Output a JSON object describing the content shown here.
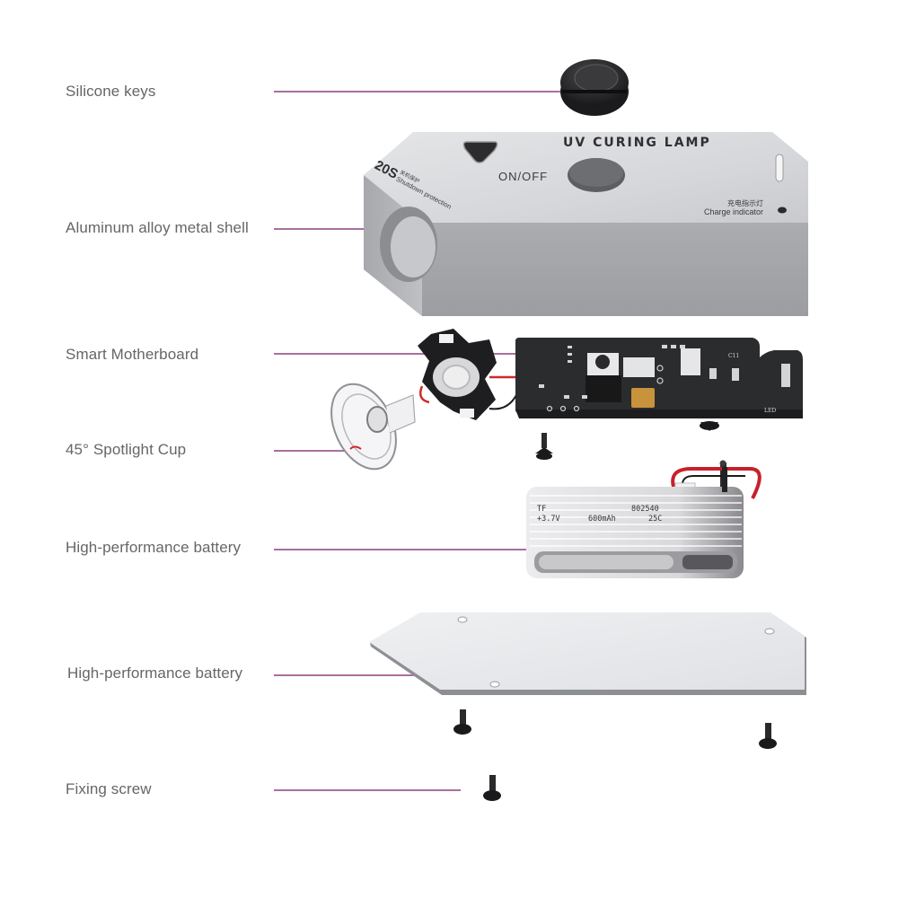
{
  "diagram": {
    "title": "UV curing lamp exploded view",
    "accent_color": "#a8709c",
    "callouts": [
      {
        "id": "silicone-keys",
        "label": "Silicone keys"
      },
      {
        "id": "metal-shell",
        "label": "Aluminum alloy metal shell"
      },
      {
        "id": "motherboard",
        "label": "Smart Motherboard"
      },
      {
        "id": "spotlight-cup",
        "label": "45° Spotlight Cup"
      },
      {
        "id": "battery",
        "label": "High-performance battery"
      },
      {
        "id": "bottom-plate",
        "label": "High-performance battery"
      },
      {
        "id": "fixing-screw",
        "label": "Fixing screw"
      }
    ]
  },
  "shell": {
    "product_name": "UV CURING LAMP",
    "power_label": "ON/OFF",
    "shutdown_value": "20S",
    "shutdown_cn": "关机保护",
    "shutdown_en": "Shutdown protection",
    "charge_cn": "充电指示灯",
    "charge_en": "Charge indicator"
  },
  "battery": {
    "brand": "TF",
    "model": "802540",
    "voltage": "+3.7V",
    "capacity": "600mAh",
    "rating": "25C"
  },
  "pcb": {
    "led_label": "LED",
    "cap_label": "C11"
  }
}
